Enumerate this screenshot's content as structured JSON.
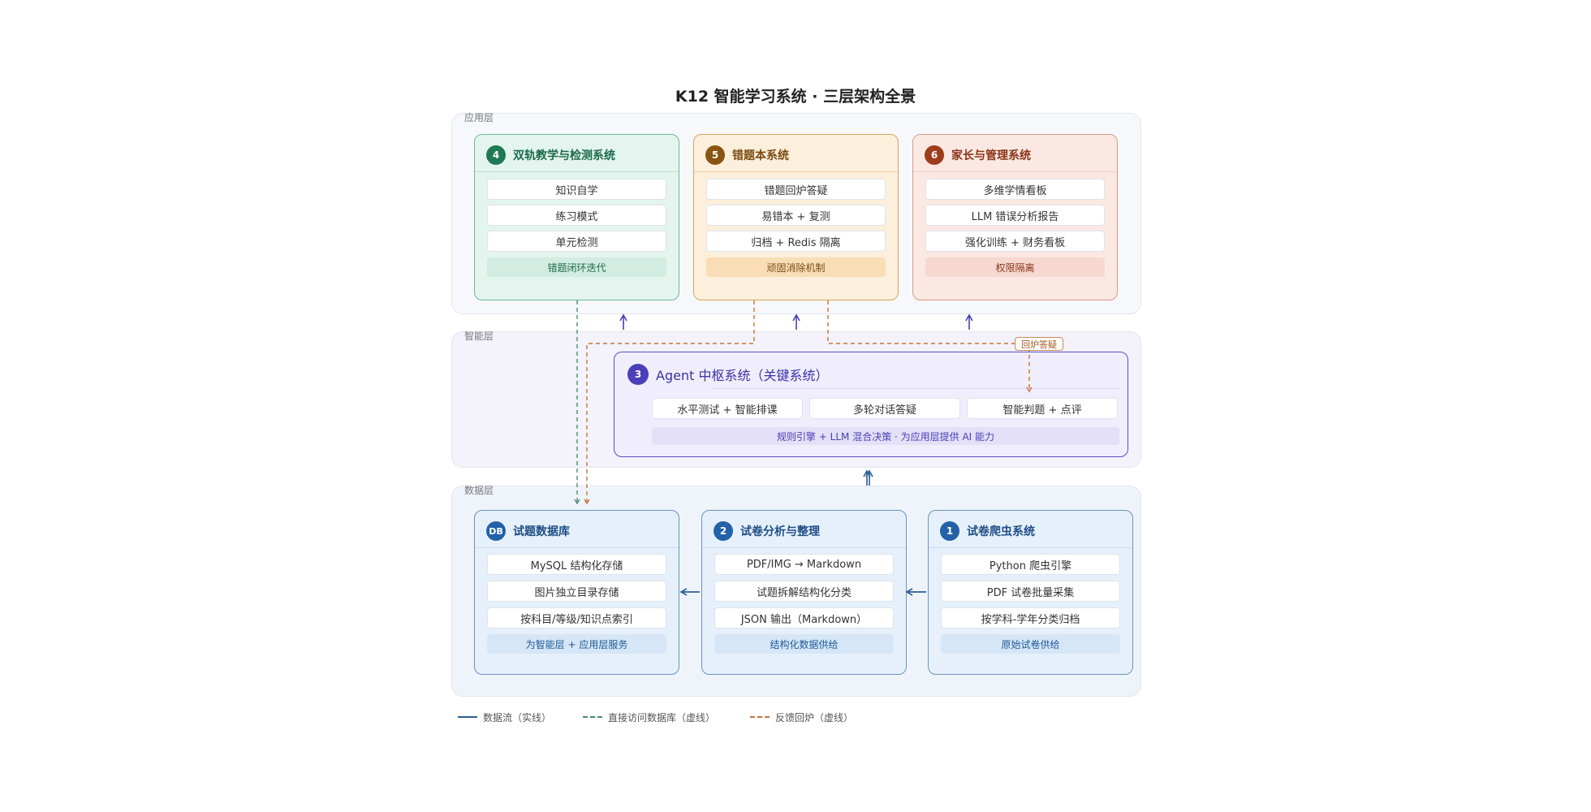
{
  "title": "K12 智能学习系统 · 三层架构全景",
  "layers": {
    "app": "应用层",
    "ai": "智能层",
    "data": "数据层"
  },
  "colors": {
    "data_flow": "#2c5f95",
    "direct_db": "#4d8a74",
    "feedback": "#c7743a",
    "arrow_up": "#4a40b8"
  },
  "app_cards": [
    {
      "badge": "4",
      "title": "双轨教学与检测系统",
      "items": [
        "知识自学",
        "练习模式",
        "单元检测"
      ],
      "footer": "错题闭环迭代"
    },
    {
      "badge": "5",
      "title": "错题本系统",
      "items": [
        "错题回炉答疑",
        "易错本 + 复测",
        "归档 + Redis 隔离"
      ],
      "footer": "顽固消除机制"
    },
    {
      "badge": "6",
      "title": "家长与管理系统",
      "items": [
        "多维学情看板",
        "LLM 错误分析报告",
        "强化训练 + 财务看板"
      ],
      "footer": "权限隔离"
    }
  ],
  "agent": {
    "badge": "3",
    "title": "Agent 中枢系统（关键系统）",
    "items": [
      "水平测试 + 智能排课",
      "多轮对话答疑",
      "智能判题 + 点评"
    ],
    "footer": "规则引擎 + LLM 混合决策 · 为应用层提供 AI 能力"
  },
  "feedback_tag": "回炉答疑",
  "data_cards": [
    {
      "badge": "DB",
      "title": "试题数据库",
      "items": [
        "MySQL 结构化存储",
        "图片独立目录存储",
        "按科目/等级/知识点索引"
      ],
      "footer": "为智能层 + 应用层服务"
    },
    {
      "badge": "2",
      "title": "试卷分析与整理",
      "items": [
        "PDF/IMG → Markdown",
        "试题拆解结构化分类",
        "JSON 输出（Markdown）"
      ],
      "footer": "结构化数据供给"
    },
    {
      "badge": "1",
      "title": "试卷爬虫系统",
      "items": [
        "Python 爬虫引擎",
        "PDF 试卷批量采集",
        "按学科-学年分类归档"
      ],
      "footer": "原始试卷供给"
    }
  ],
  "legend": [
    "数据流（实线）",
    "直接访问数据库（虚线）",
    "反馈回炉（虚线）"
  ]
}
